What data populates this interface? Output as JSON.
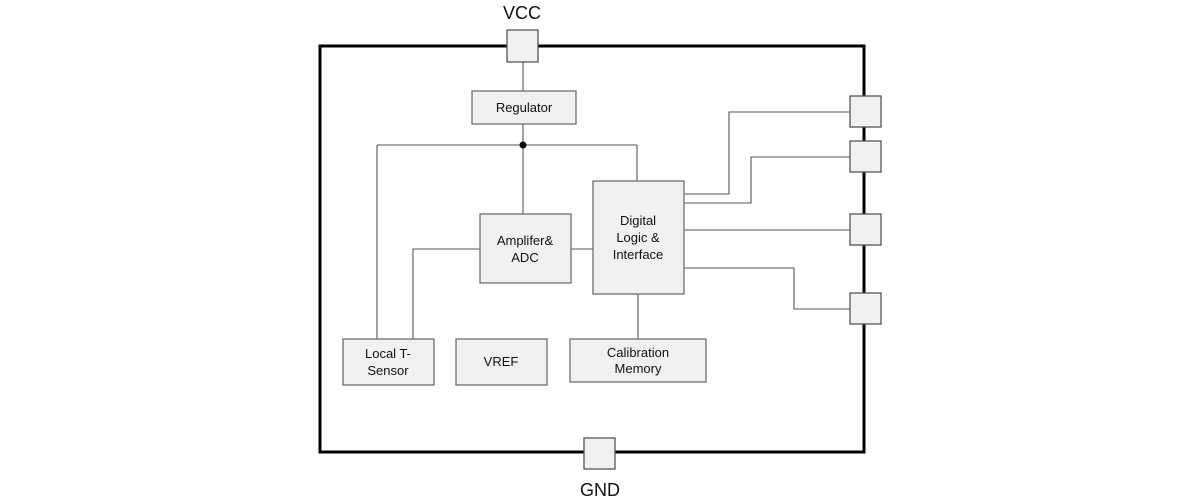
{
  "pins": {
    "top_label": "VCC",
    "bottom_label": "GND"
  },
  "blocks": {
    "regulator": "Regulator",
    "amp_line1": "Amplifer&",
    "amp_line2": "ADC",
    "digital_line1": "Digital",
    "digital_line2": "Logic &",
    "digital_line3": "Interface",
    "sensor_line1": "Local T-",
    "sensor_line2": "Sensor",
    "vref": "VREF",
    "calib_line1": "Calibration",
    "calib_line2": "Memory"
  }
}
